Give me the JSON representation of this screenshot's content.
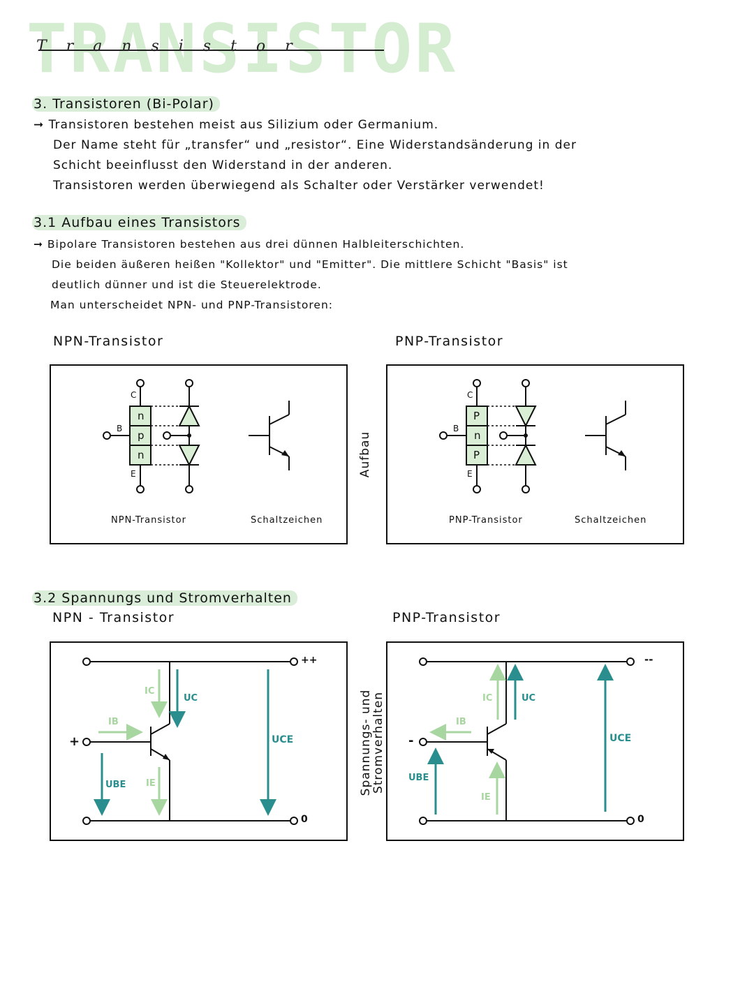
{
  "title": {
    "watermark": "TRANSISTOR",
    "script": "Transistor"
  },
  "section3": {
    "heading": "3. Transistoren (Bi-Polar)",
    "lines": [
      "Transistoren bestehen meist aus Silizium oder Germanium.",
      "Der Name steht für „transfer“ und „resistor“. Eine Widerstandsänderung in der",
      "Schicht beeinflusst den Widerstand in der anderen.",
      "Transistoren werden überwiegend als Schalter oder Verstärker verwendet!"
    ]
  },
  "section31": {
    "heading": "3.1 Aufbau eines Transistors",
    "lines": [
      "Bipolare Transistoren bestehen aus drei dünnen Halbleiterschichten.",
      "Die beiden äußeren heißen \"Kollektor\" und \"Emitter\". Die mittlere Schicht \"Basis\" ist",
      "deutlich dünner und ist die Steuerelektrode.",
      "Man unterscheidet NPN- und PNP-Transistoren:"
    ],
    "npn_title": "NPN-Transistor",
    "pnp_title": "PNP-Transistor",
    "side_label": "Aufbau",
    "npn": {
      "layers": [
        "n",
        "p",
        "n"
      ],
      "c": "C",
      "b": "B",
      "e": "E",
      "caption_left": "NPN-Transistor",
      "caption_right": "Schaltzeichen"
    },
    "pnp": {
      "layers": [
        "P",
        "n",
        "P"
      ],
      "c": "C",
      "b": "B",
      "e": "E",
      "caption_left": "PNP-Transistor",
      "caption_right": "Schaltzeichen"
    }
  },
  "section32": {
    "heading": "3.2 Spannungs und Stromverhalten",
    "npn_title": "NPN - Transistor",
    "pnp_title": "PNP-Transistor",
    "side_label_1": "Spannungs- und",
    "side_label_2": "Stromverhalten",
    "npn": {
      "top": "++",
      "bottom": "0",
      "input": "+",
      "ic": "IC",
      "uc": "UC",
      "ib": "IB",
      "ube": "UBE",
      "ie": "IE",
      "uce": "UCE"
    },
    "pnp": {
      "top": "--",
      "bottom": "0",
      "input": "-",
      "ic": "IC",
      "uc": "UC",
      "ib": "IB",
      "ube": "UBE",
      "ie": "IE",
      "uce": "UCE"
    }
  },
  "colors": {
    "dark_teal": "#2b8e8e",
    "light_green": "#a8d6a0",
    "highlight": "#cfe8c8",
    "layer_fill": "#d9eed4"
  }
}
